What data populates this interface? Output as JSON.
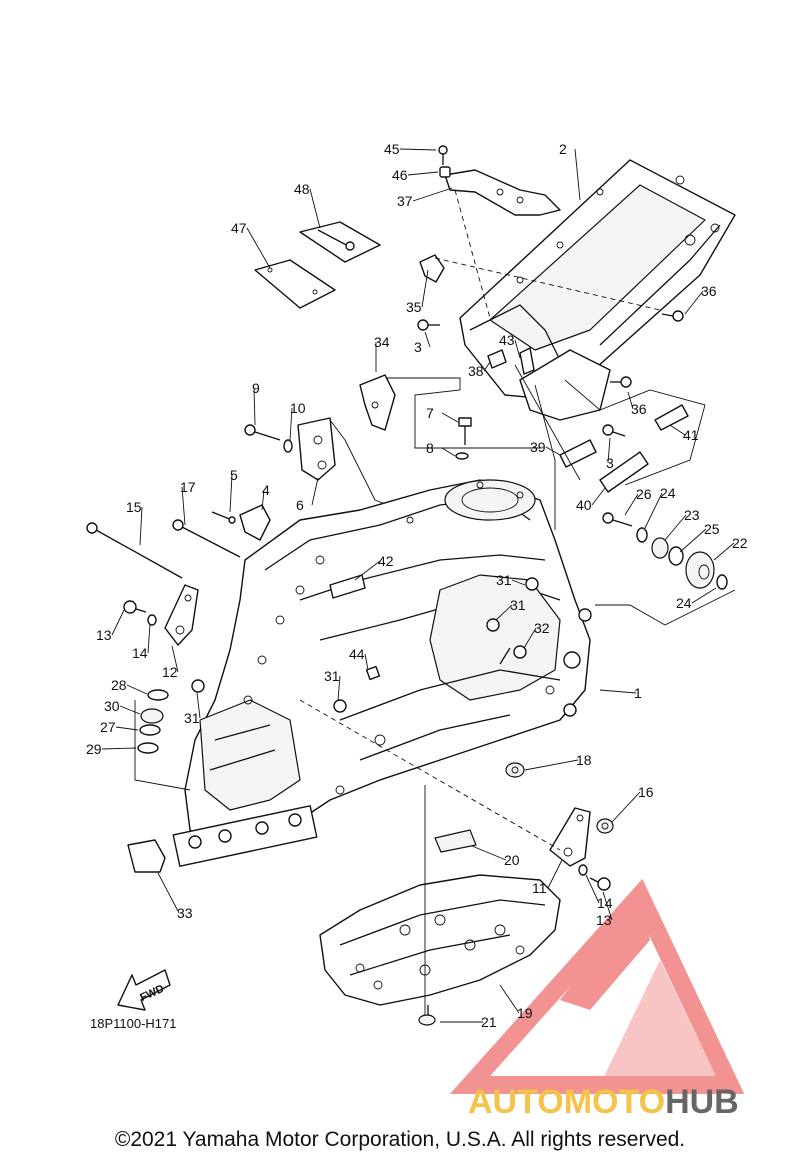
{
  "diagram": {
    "code": "18P1100-H171",
    "direction_label": "FWD",
    "callouts": [
      "1",
      "2",
      "3",
      "3",
      "4",
      "5",
      "6",
      "7",
      "8",
      "9",
      "10",
      "11",
      "12",
      "13",
      "13",
      "14",
      "14",
      "15",
      "16",
      "17",
      "18",
      "19",
      "20",
      "21",
      "22",
      "23",
      "24",
      "24",
      "25",
      "26",
      "27",
      "28",
      "29",
      "30",
      "31",
      "31",
      "31",
      "31",
      "32",
      "33",
      "34",
      "35",
      "36",
      "36",
      "37",
      "38",
      "39",
      "40",
      "41",
      "42",
      "43",
      "44",
      "45",
      "46",
      "47",
      "48"
    ]
  },
  "watermark": {
    "text_part1": "AUTOMOTO",
    "text_part2": "HUB",
    "color_primary": "#f08080",
    "color_gold": "#f5c24a",
    "color_gray": "#555555"
  },
  "footer": {
    "copyright": "©2021 Yamaha Motor Corporation, U.S.A. All rights reserved."
  }
}
